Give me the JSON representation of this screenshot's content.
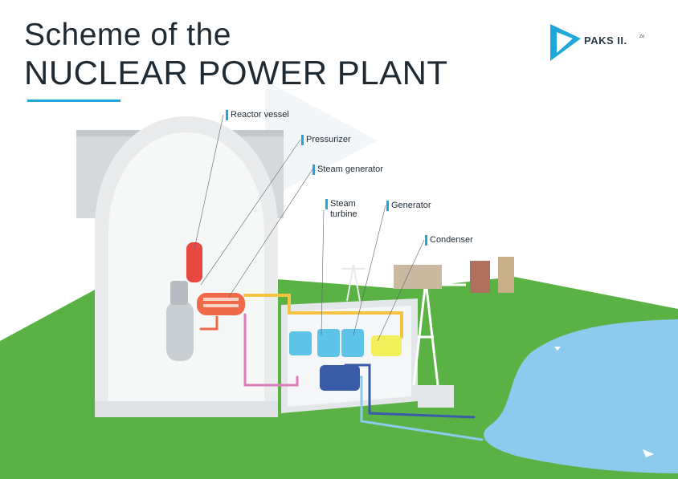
{
  "title": {
    "line1": "Scheme of the",
    "line2": "NUCLEAR POWER PLANT"
  },
  "logo": {
    "text": "PAKS II.",
    "suffix": "Zrt",
    "icon": "paks-logo-icon"
  },
  "labels": {
    "reactor_vessel": "Reactor vessel",
    "pressurizer": "Pressurizer",
    "steam_generator": "Steam generator",
    "steam_turbine_line1": "Steam",
    "steam_turbine_line2": "turbine",
    "generator": "Generator",
    "condenser": "Condenser"
  },
  "colors": {
    "accent": "#1ea7d8",
    "grass": "#5bb244",
    "water": "#8ec9ee",
    "hot_loop": "#f06a4a",
    "steam_loop": "#f5c242",
    "return_loop": "#e07ab8",
    "cooling_loop": "#3a5ca8",
    "generator": "#f2ef5a"
  }
}
